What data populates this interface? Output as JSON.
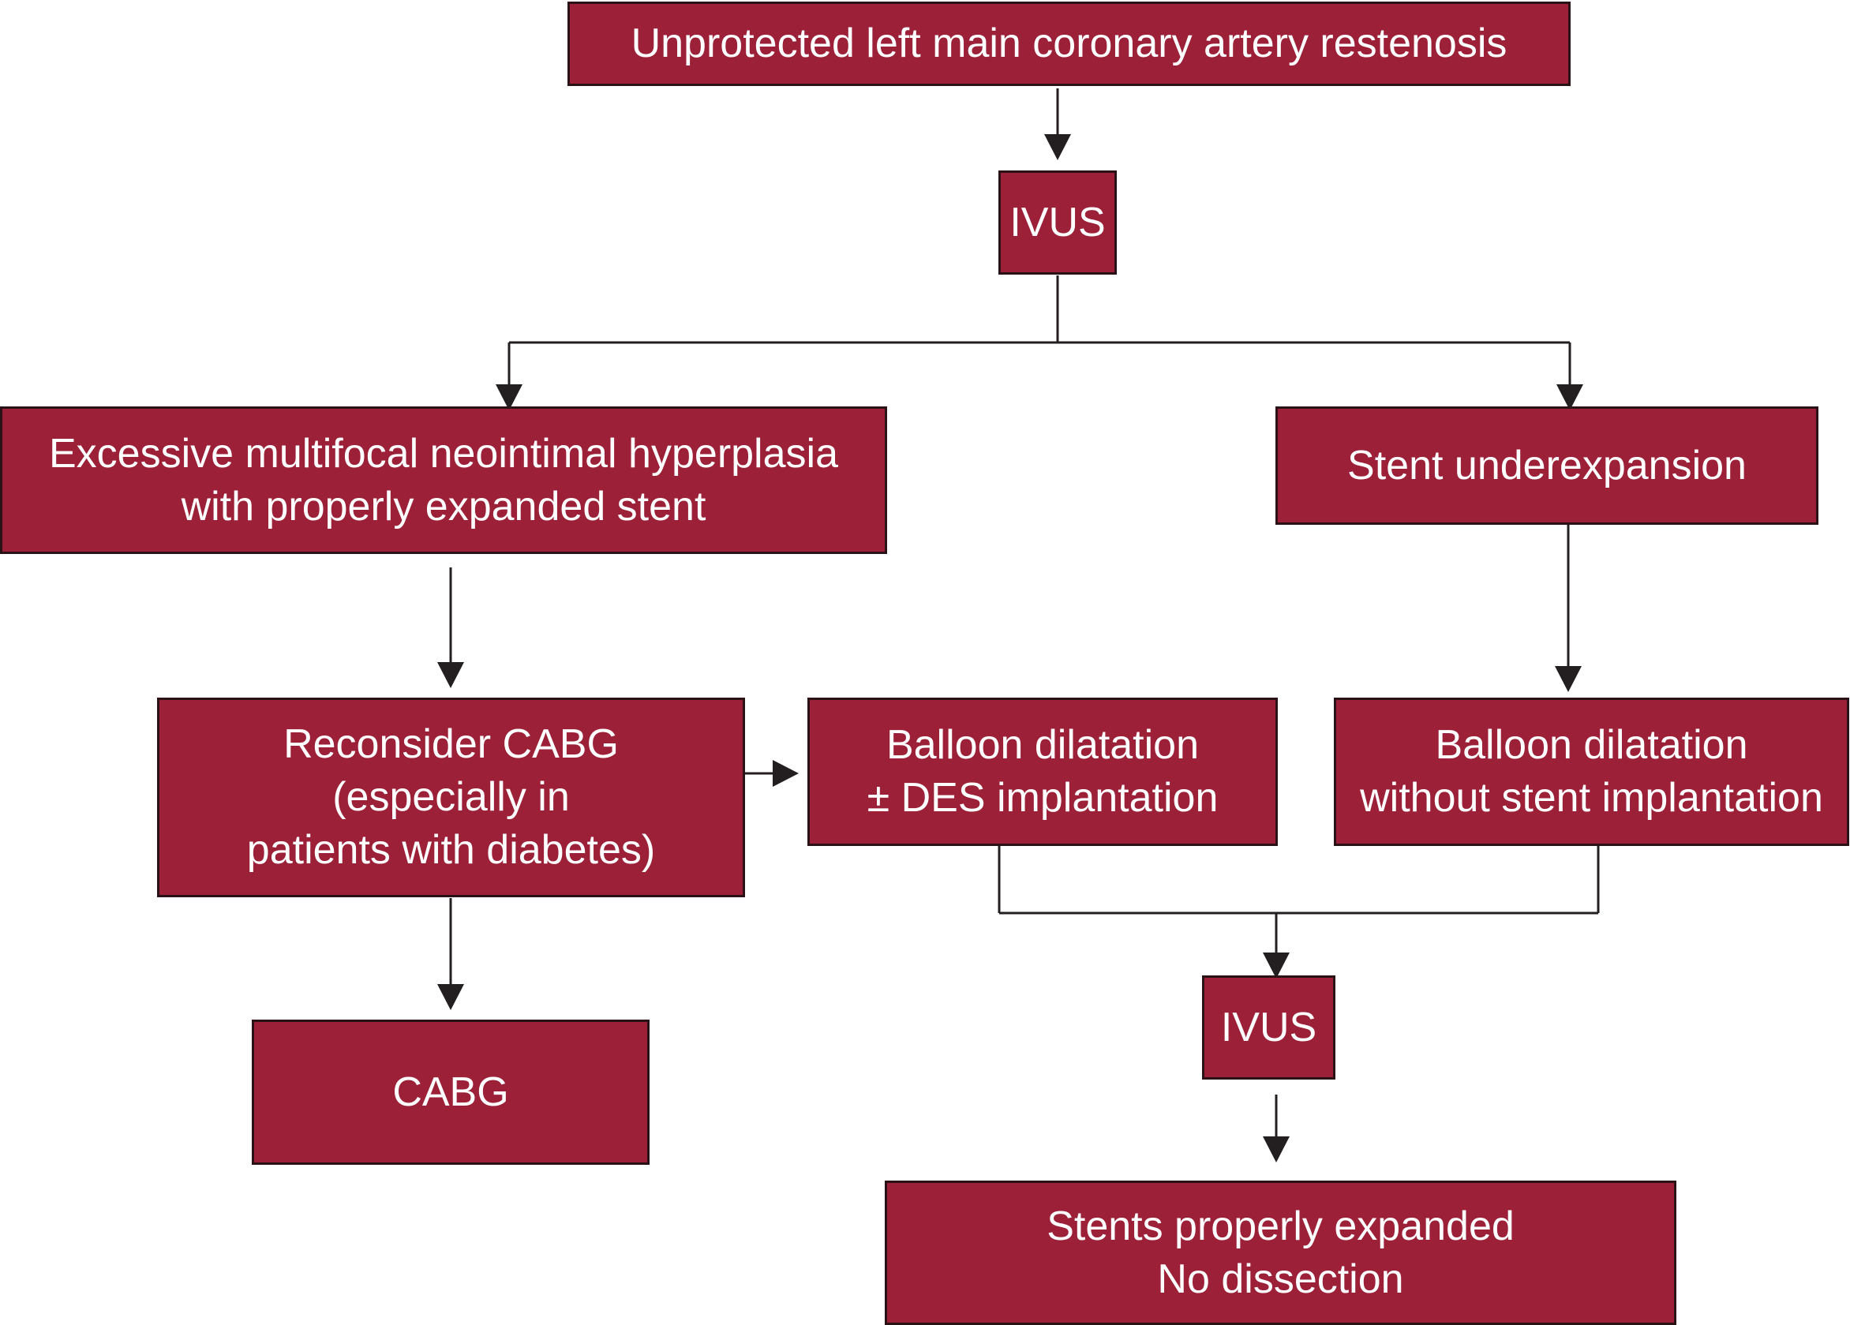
{
  "colors": {
    "box_fill": "#9b2038",
    "box_border": "#2b1216",
    "box_text": "#ffffff",
    "connector": "#231f20"
  },
  "nodes": {
    "restenosis": {
      "lines": [
        "Unprotected left main coronary artery restenosis"
      ]
    },
    "ivus_top": {
      "lines": [
        "IVUS"
      ]
    },
    "hyperplasia": {
      "lines": [
        "Excessive multifocal neointimal hyperplasia",
        "with properly expanded stent"
      ]
    },
    "underexpansion": {
      "lines": [
        "Stent underexpansion"
      ]
    },
    "reconsider_cabg": {
      "lines": [
        "Reconsider CABG",
        "(especially in",
        "patients with diabetes)"
      ]
    },
    "balloon_des": {
      "lines": [
        "Balloon dilatation",
        "± DES implantation"
      ]
    },
    "balloon_no_stent": {
      "lines": [
        "Balloon dilatation",
        "without stent implantation"
      ]
    },
    "cabg": {
      "lines": [
        "CABG"
      ]
    },
    "ivus_bottom": {
      "lines": [
        "IVUS"
      ]
    },
    "result": {
      "lines": [
        "Stents properly expanded",
        "No dissection"
      ]
    }
  }
}
